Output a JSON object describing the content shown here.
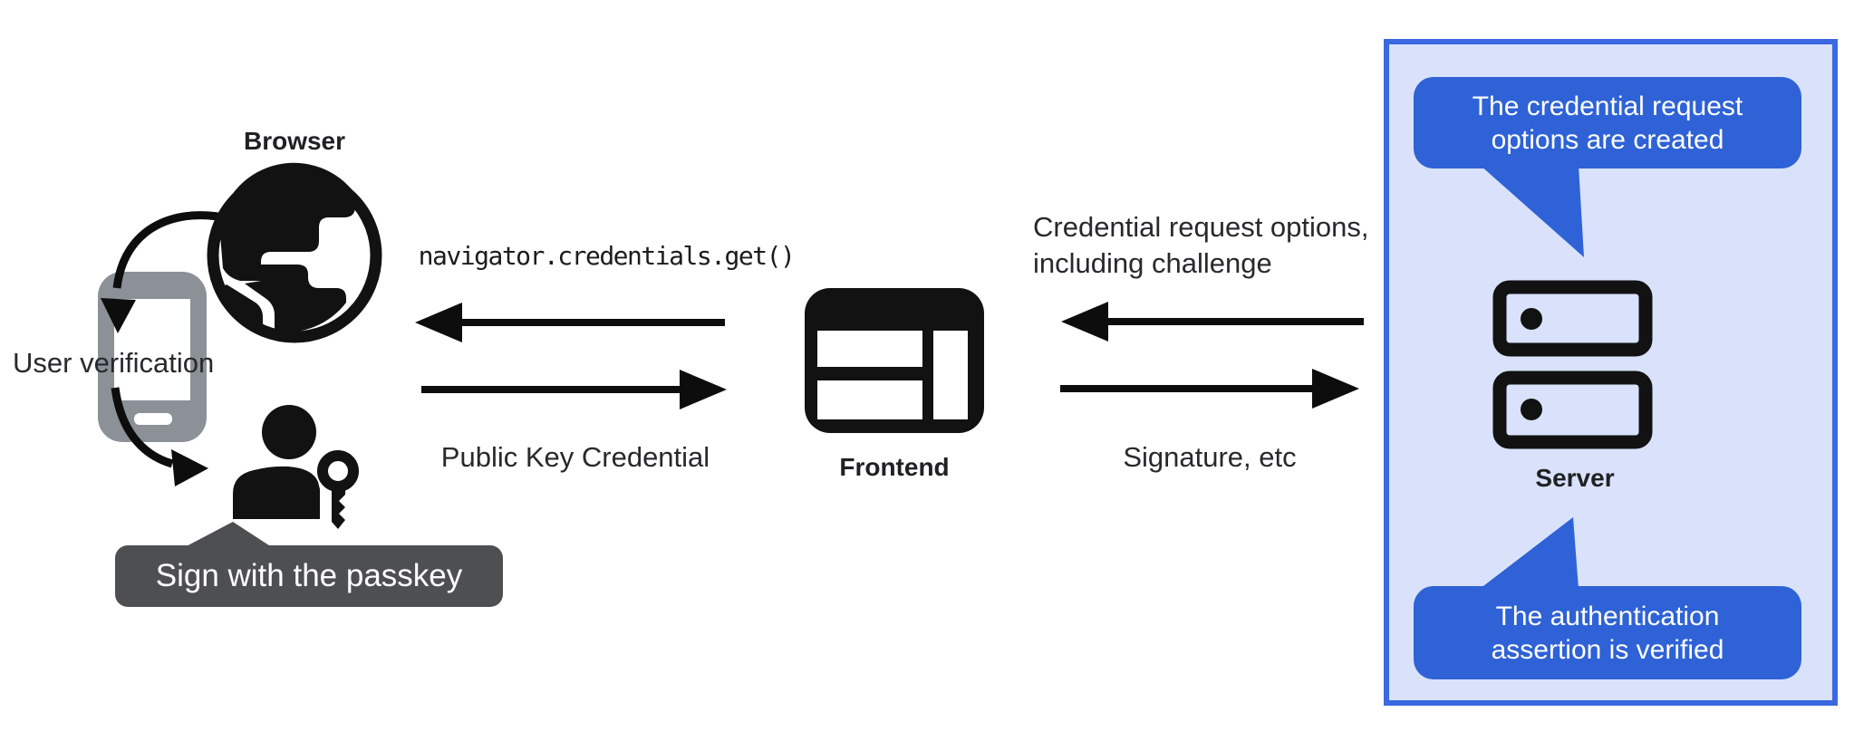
{
  "colors": {
    "ink": "#202124",
    "label": "#28292c",
    "accent_blue": "#2e62d6",
    "panel_bg": "#d9e2fa",
    "panel_border": "#3a69e0",
    "tooltip_bg": "#4e4f51",
    "tooltip_text": "#ffffff",
    "bubble_text": "#ffffff",
    "phone_gray": "#8b9197",
    "icon_black": "#121212"
  },
  "nodes": {
    "browser": {
      "label": "Browser"
    },
    "frontend": {
      "label": "Frontend"
    },
    "server": {
      "label": "Server"
    }
  },
  "left_flow": {
    "user_verification_label": "User verification",
    "passkey_tooltip": "Sign with the passkey"
  },
  "frontend_browser_exchange": {
    "request_label": "navigator.credentials.get()",
    "response_label": "Public Key Credential"
  },
  "server_frontend_exchange": {
    "request_label": "Credential request options,\nincluding challenge",
    "response_label": "Signature, etc"
  },
  "server_panel": {
    "top_callout": "The credential request\noptions are created",
    "bottom_callout": "The authentication\nassertion is verified"
  }
}
